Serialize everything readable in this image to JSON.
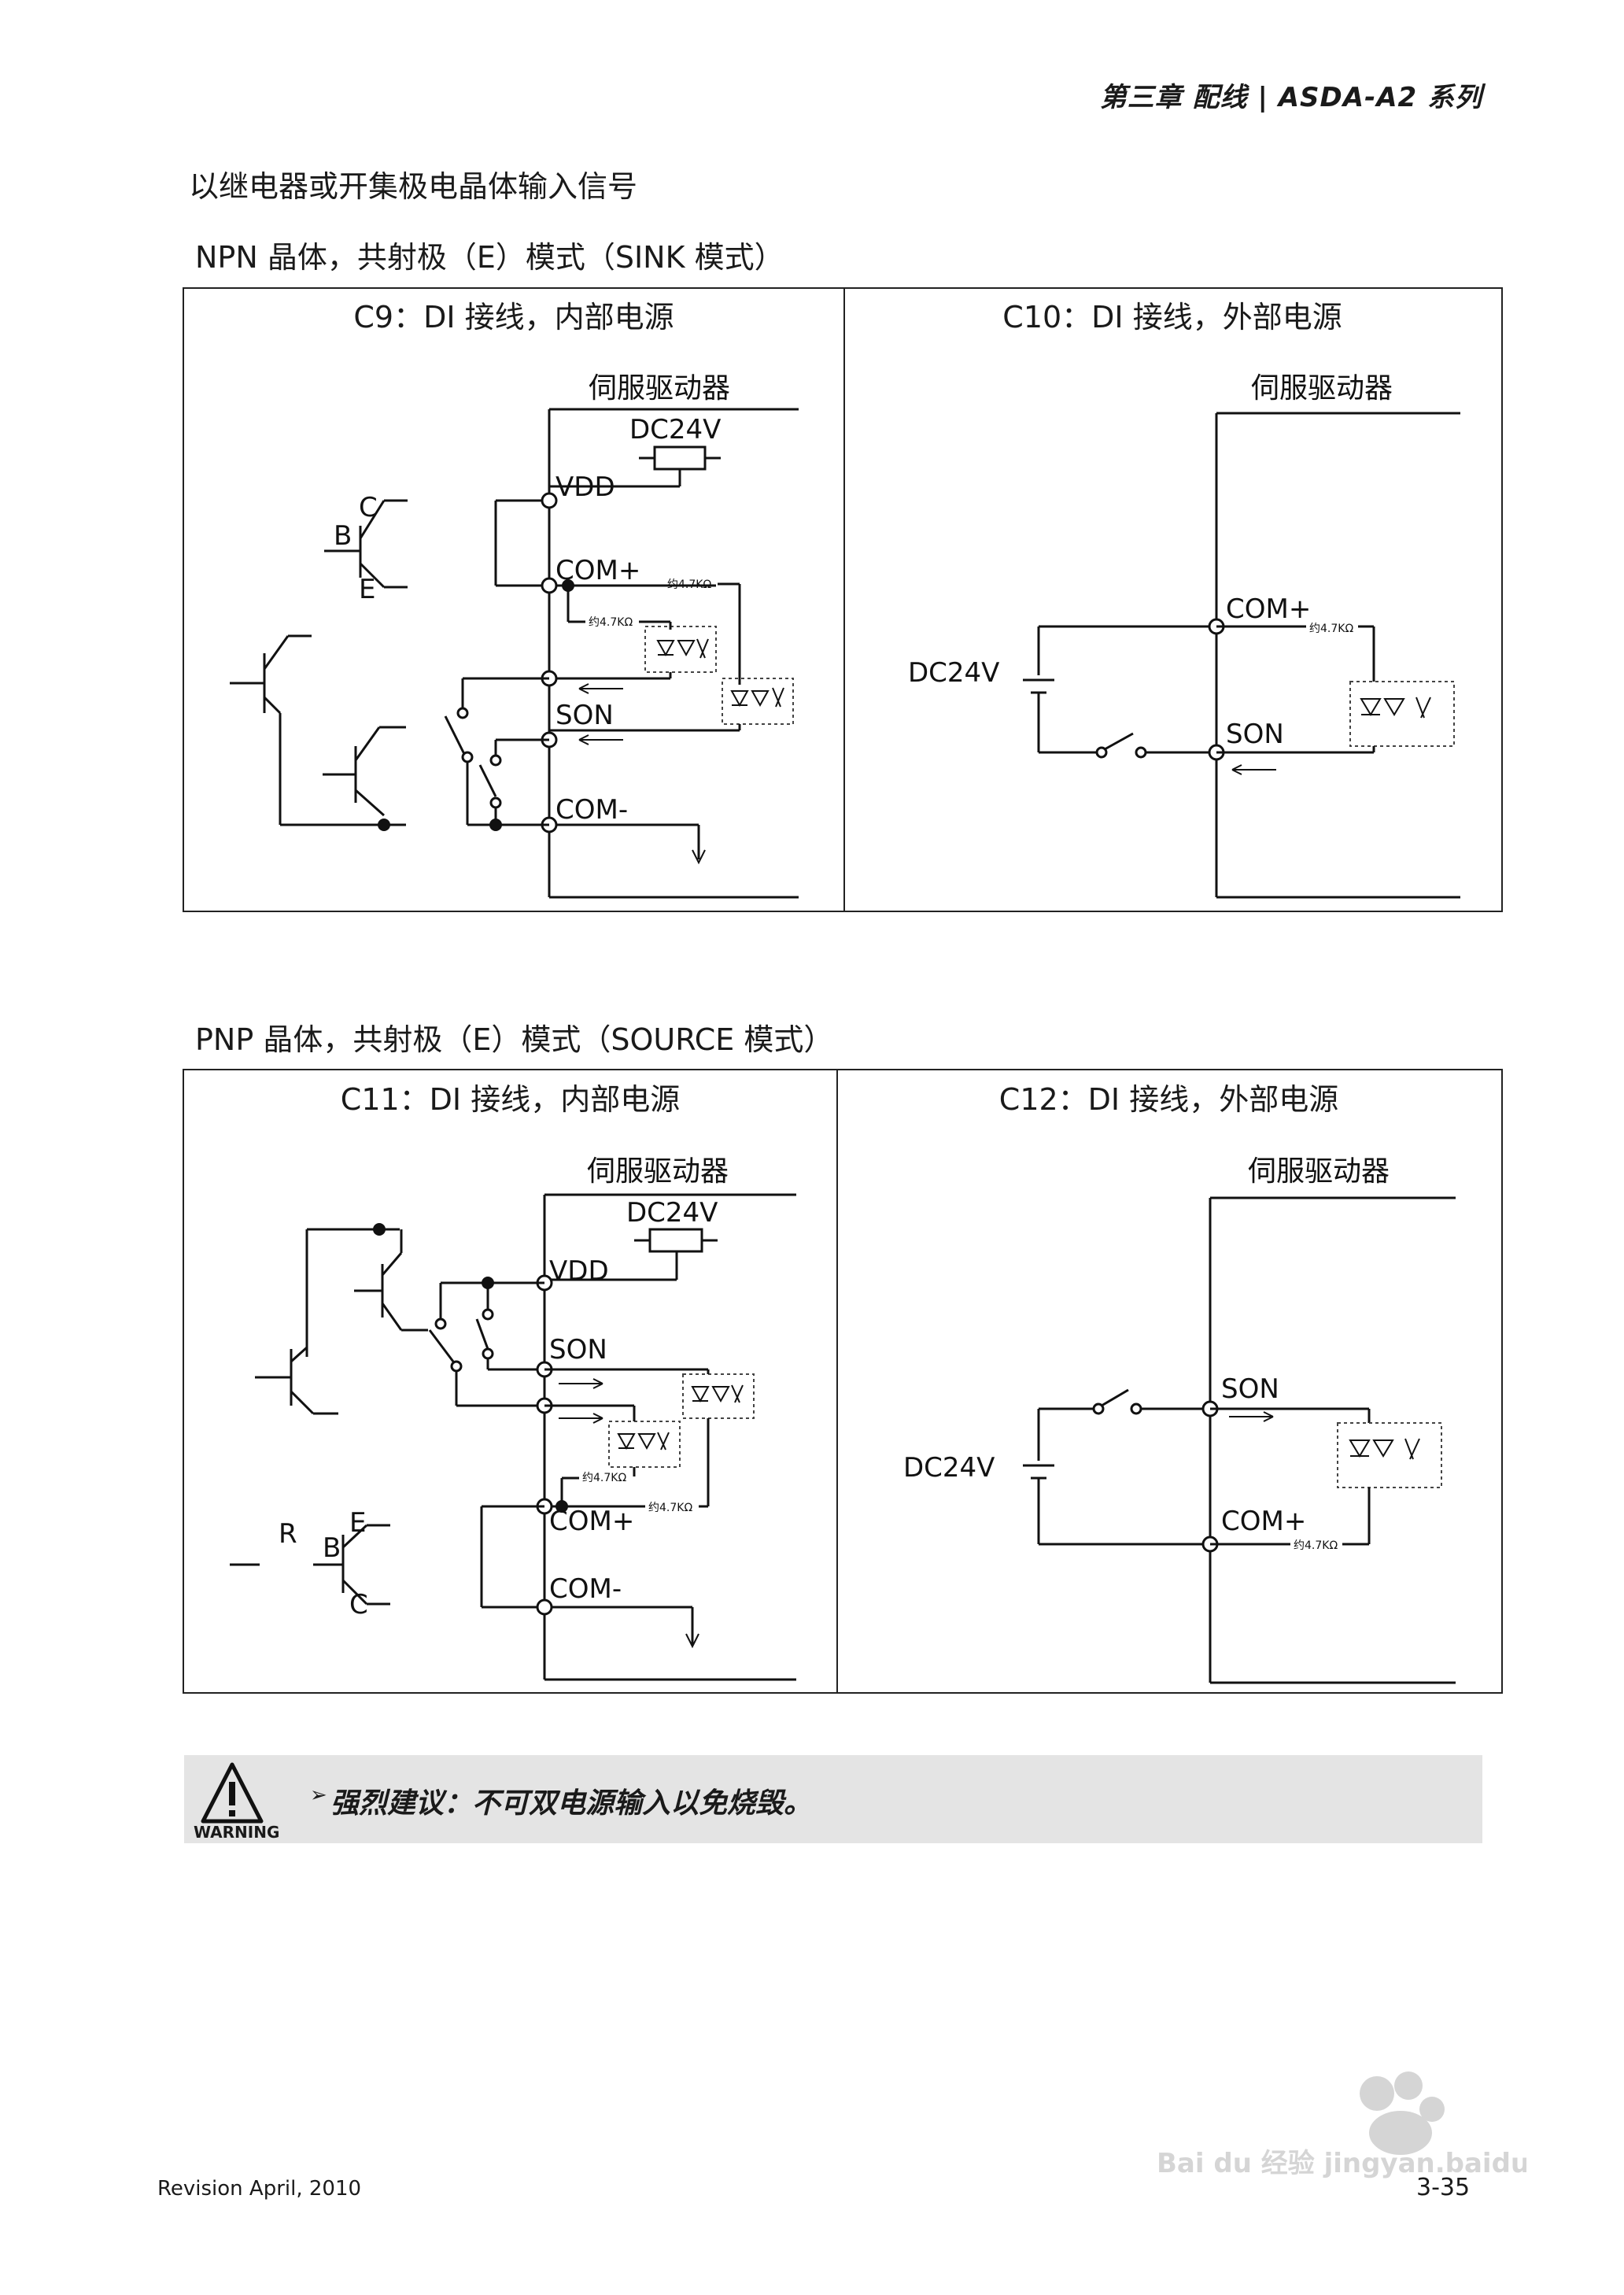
{
  "header": {
    "chapter": "第三章 配线 | ASDA-A2 系列"
  },
  "intro": "以继电器或开集极电晶体输入信号",
  "sections": [
    {
      "title": "NPN 晶体，共射极（E）模式（SINK 模式）",
      "cells": [
        {
          "title": "C9：DI 接线，内部电源"
        },
        {
          "title": "C10：DI 接线，外部电源"
        }
      ]
    },
    {
      "title": "PNP 晶体，共射极（E）模式（SOURCE 模式）",
      "cells": [
        {
          "title": "C11：DI 接线，内部电源"
        },
        {
          "title": "C12：DI 接线，外部电源"
        }
      ]
    }
  ],
  "circuit": {
    "servo": "伺服驱动器",
    "dc24v": "DC24V",
    "vdd": "VDD",
    "com_plus": "COM+",
    "com_minus": "COM-",
    "son": "SON",
    "resistor": "约4.7KΩ",
    "b": "B",
    "c": "C",
    "e": "E",
    "r": "R"
  },
  "warning": {
    "label": "WARNING",
    "text": "强烈建议：不可双电源输入以免烧毁。"
  },
  "footer": {
    "revision": "Revision April, 2010",
    "page": "3-35"
  },
  "watermark": "Bai du 经验 jingyan.baidu.com"
}
